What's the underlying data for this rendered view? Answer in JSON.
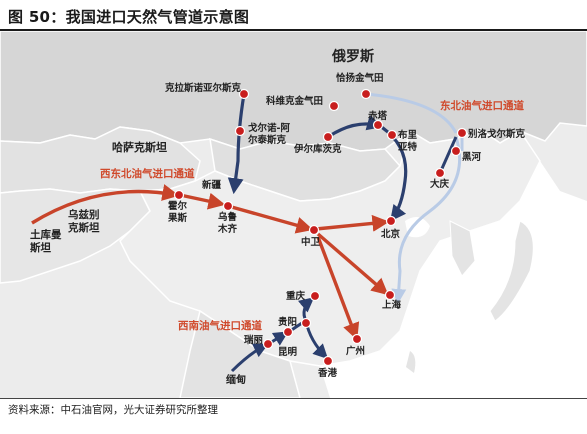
{
  "figure_title": "图 50：我国进口天然气管道示意图",
  "source": "资料来源：中石油官网，光大证券研究所整理",
  "colors": {
    "russia_fill": "#d9d9d9",
    "land_fill": "#e9e9e9",
    "sea_fill": "#ffffff",
    "border": "#ffffff",
    "red_route": "#c8442a",
    "blue_route": "#2b3f6e",
    "light_route": "#b9cbe6",
    "node_red": "#c81e1e",
    "label_red": "#d04a2c"
  },
  "regions": {
    "russia": "俄罗斯",
    "kazakhstan": "哈萨克斯坦",
    "uzbek": "乌兹别克斯坦",
    "turkmen": "土库曼斯坦",
    "myanmar": "缅甸"
  },
  "route_labels": {
    "northwest": "西东北油气进口通道",
    "northeast": "东北油气进口通道",
    "southwest": "西南油气进口通道"
  },
  "nodes": {
    "krasnoyarsk": "克拉斯诺亚尔斯克",
    "chayanda": "恰扬金气田",
    "kovykta": "科维克金气田",
    "altai": "戈尔诺-阿尔泰斯克",
    "irkutsk": "伊尔库茨克",
    "chita": "赤塔",
    "buryat": "布里亚特",
    "blagoveshchensk": "别洛戈尔斯克",
    "heihe": "黑河",
    "daqing": "大庆",
    "xinjiang": "新疆",
    "khorgos": "霍尔果斯",
    "urumqi": "乌鲁木齐",
    "zhongwei": "中卫",
    "beijing": "北京",
    "shanghai": "上海",
    "chongqing": "重庆",
    "guiyang": "贵阳",
    "ruili": "瑞丽",
    "kunming": "昆明",
    "guangzhou": "广州",
    "hongkong": "香港"
  }
}
